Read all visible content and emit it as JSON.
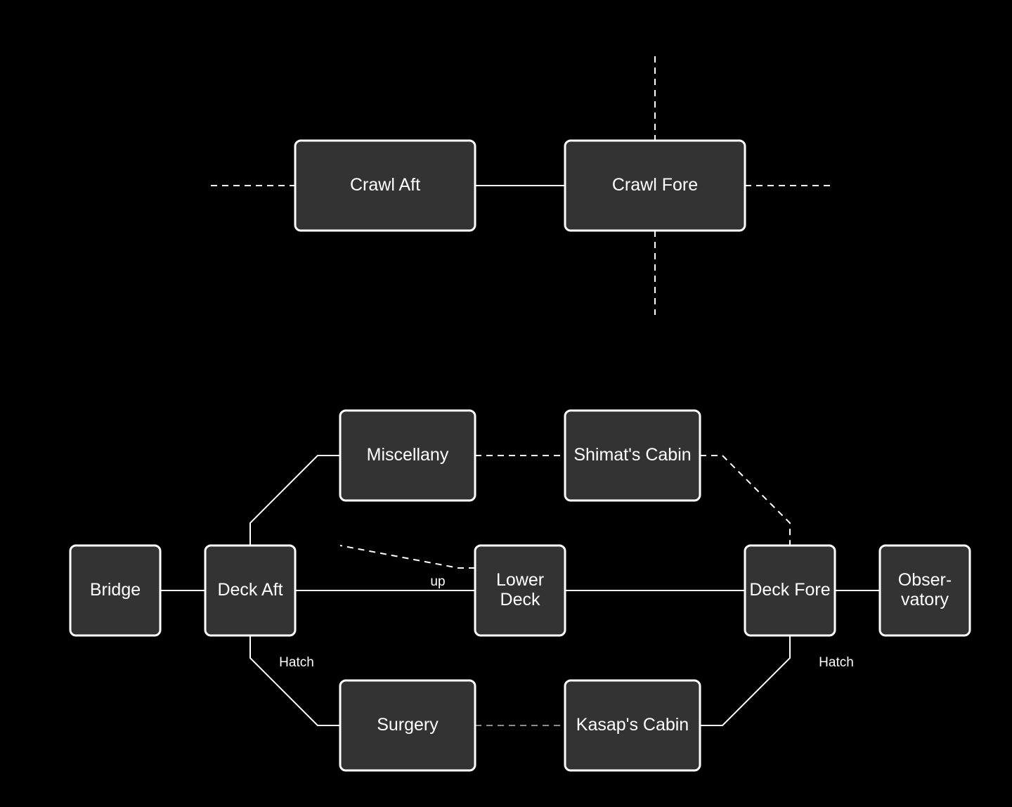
{
  "colors": {
    "background": "#000000",
    "room_fill": "#333333",
    "room_border": "#ffffff",
    "line": "#ffffff",
    "line_faint": "#8c8c8c",
    "text": "#ffffff"
  },
  "rooms": {
    "crawl_aft": {
      "lines": [
        "Crawl Aft"
      ]
    },
    "crawl_fore": {
      "lines": [
        "Crawl Fore"
      ]
    },
    "miscellany": {
      "lines": [
        "Miscellany"
      ]
    },
    "shimats_cabin": {
      "lines": [
        "Shimat's Cabin"
      ]
    },
    "bridge": {
      "lines": [
        "Bridge"
      ]
    },
    "deck_aft": {
      "lines": [
        "Deck Aft"
      ]
    },
    "lower_deck": {
      "lines": [
        "Lower",
        "Deck"
      ]
    },
    "deck_fore": {
      "lines": [
        "Deck Fore"
      ]
    },
    "observatory": {
      "lines": [
        "Obser-",
        "vatory"
      ]
    },
    "surgery": {
      "lines": [
        "Surgery"
      ]
    },
    "kasaps_cabin": {
      "lines": [
        "Kasap's Cabin"
      ]
    }
  },
  "connection_labels": {
    "up": "up",
    "hatch_aft": "Hatch",
    "hatch_fore": "Hatch"
  }
}
